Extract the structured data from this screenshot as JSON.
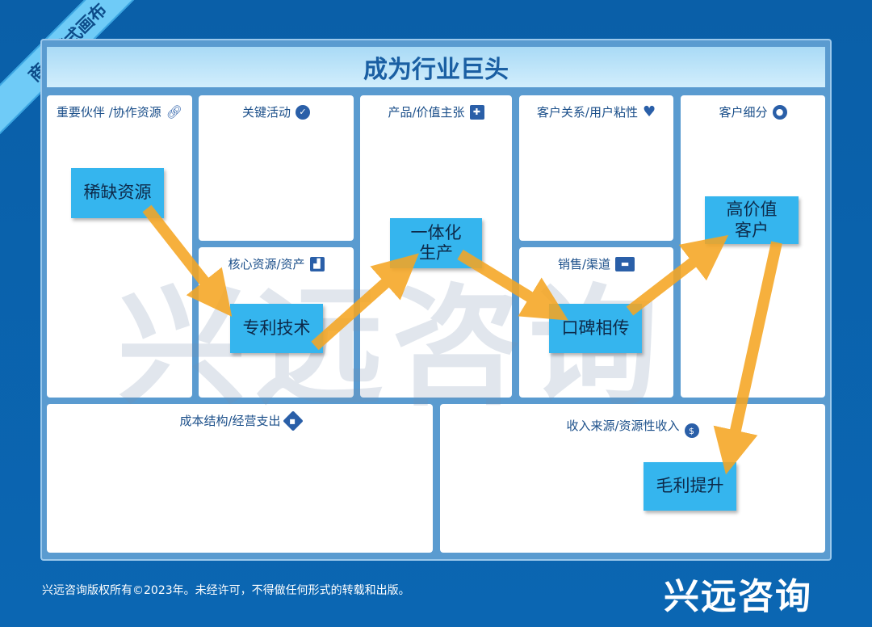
{
  "ribbon": "商业模式画布",
  "title": "成为行业巨头",
  "blocks": {
    "partners": "重要伙伴 /协作资源",
    "activities": "关键活动",
    "resources": "核心资源/资产",
    "value": "产品/价值主张",
    "relationships": "客户关系/用户粘性",
    "channels": "销售/渠道",
    "segments": "客户细分",
    "costs": "成本结构/经营支出",
    "revenue": "收入来源/资源性收入"
  },
  "notes": {
    "scarce": "稀缺资源",
    "patent": "专利技术",
    "integrated": "一体化生产",
    "word_of_mouth": "口碑相传",
    "high_value": "高价值客户",
    "margin": "毛利提升"
  },
  "watermark": "兴远咨询",
  "footer": "兴远咨询版权所有©2023年。未经许可，不得做任何形式的转载和出版。",
  "logo": "兴远咨询",
  "colors": {
    "background": "#0b62ad",
    "note": "#35b5ee",
    "arrow": "#f5a623",
    "title": "#1a5fa3"
  }
}
